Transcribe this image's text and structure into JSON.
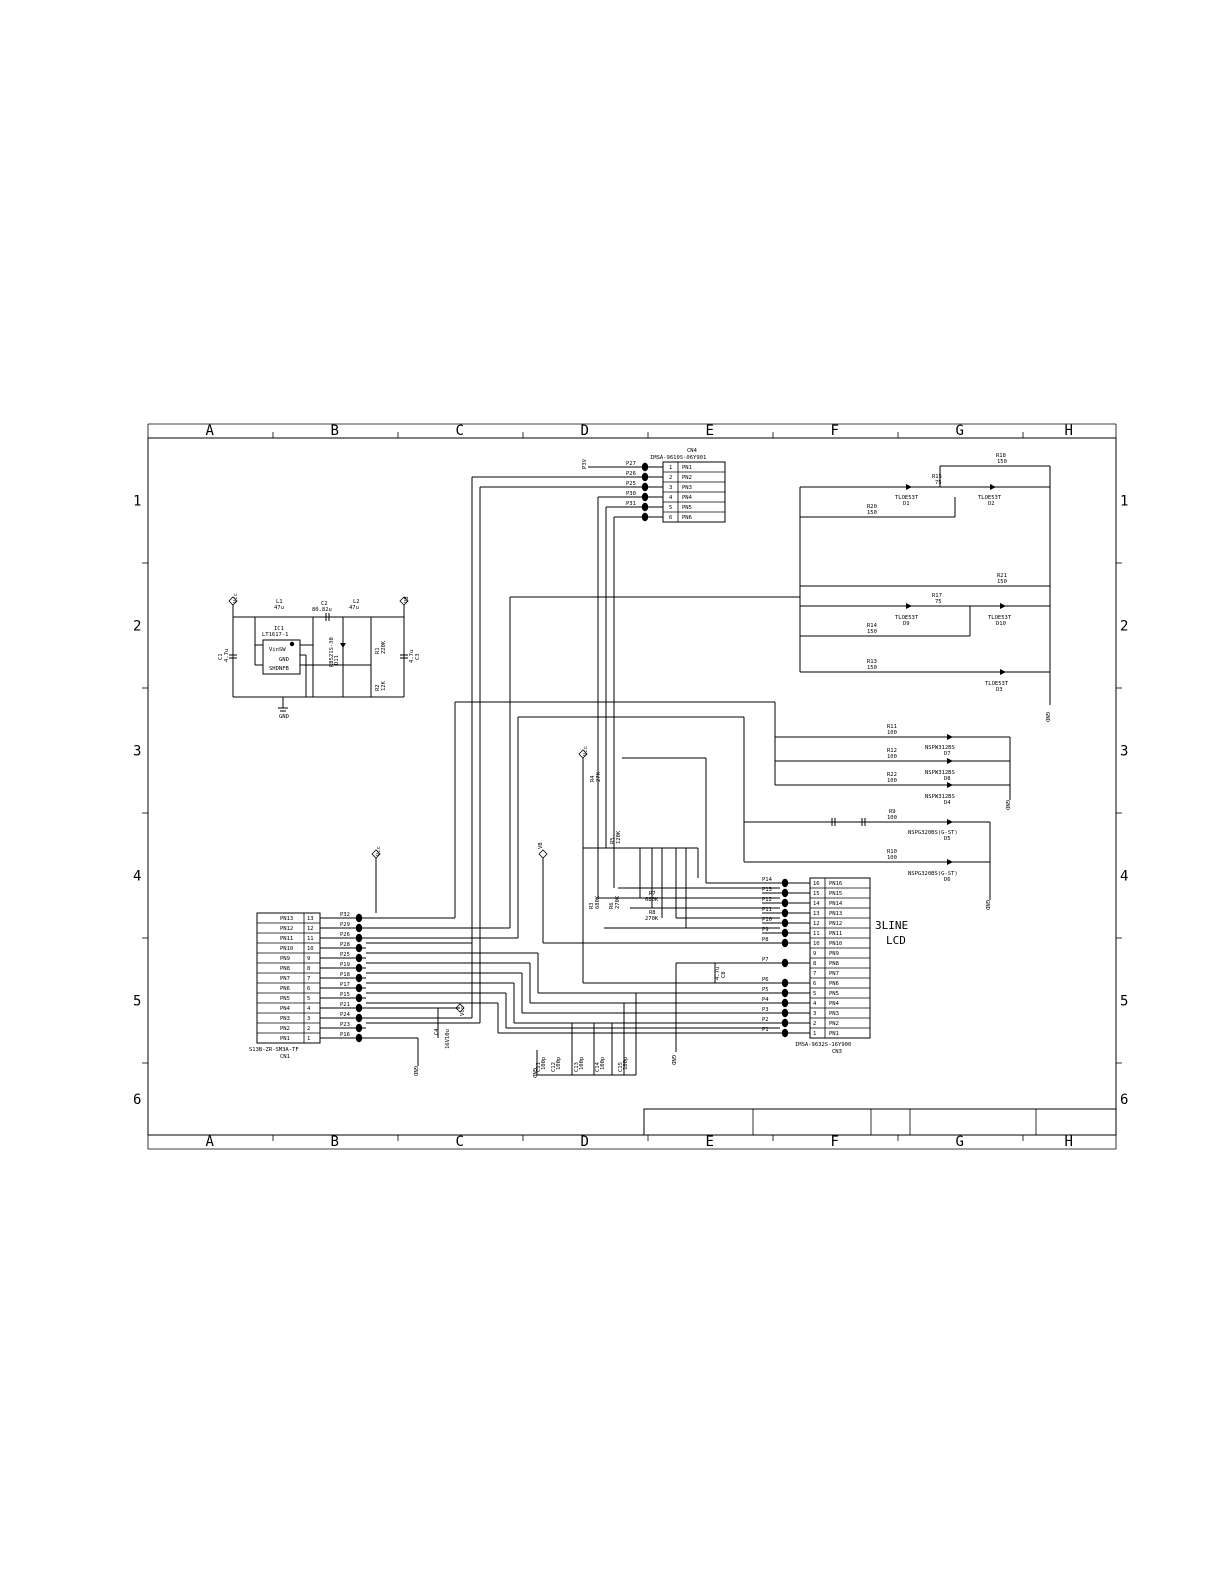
{
  "zone_columns": [
    "A",
    "B",
    "C",
    "D",
    "E",
    "F",
    "G",
    "H"
  ],
  "zone_rows": [
    "1",
    "2",
    "3",
    "4",
    "5",
    "6"
  ],
  "cn1": {
    "pins": [
      {
        "pin": "PN13",
        "num": "13",
        "net": "P32"
      },
      {
        "pin": "PN12",
        "num": "12",
        "net": "P29"
      },
      {
        "pin": "PN11",
        "num": "11",
        "net": "P26"
      },
      {
        "pin": "PN10",
        "num": "10",
        "net": "P28"
      },
      {
        "pin": "PN9",
        "num": "9",
        "net": "P25"
      },
      {
        "pin": "PN8",
        "num": "8",
        "net": "P19"
      },
      {
        "pin": "PN7",
        "num": "7",
        "net": "P18"
      },
      {
        "pin": "PN6",
        "num": "6",
        "net": "P17"
      },
      {
        "pin": "PN5",
        "num": "5",
        "net": "P15"
      },
      {
        "pin": "PN4",
        "num": "4",
        "net": "P21"
      },
      {
        "pin": "PN3",
        "num": "3",
        "net": "P24"
      },
      {
        "pin": "PN2",
        "num": "2",
        "net": "P23"
      },
      {
        "pin": "PN1",
        "num": "1",
        "net": "P16"
      }
    ],
    "part": "S13B-ZR-SM3A-TF",
    "ref": "CN1"
  },
  "cn3": {
    "pins": [
      {
        "pin": "PN16",
        "num": "16",
        "net": "P14"
      },
      {
        "pin": "PN15",
        "num": "15",
        "net": "P13"
      },
      {
        "pin": "PN14",
        "num": "14",
        "net": "P12"
      },
      {
        "pin": "PN13",
        "num": "13",
        "net": "P11"
      },
      {
        "pin": "PN12",
        "num": "12",
        "net": "P10"
      },
      {
        "pin": "PN11",
        "num": "11",
        "net": "P9"
      },
      {
        "pin": "PN10",
        "num": "10",
        "net": "P8"
      },
      {
        "pin": "PN9",
        "num": "9",
        "net": ""
      },
      {
        "pin": "PN8",
        "num": "8",
        "net": "P7"
      },
      {
        "pin": "PN7",
        "num": "7",
        "net": ""
      },
      {
        "pin": "PN6",
        "num": "6",
        "net": "P6"
      },
      {
        "pin": "PN5",
        "num": "5",
        "net": "P5"
      },
      {
        "pin": "PN4",
        "num": "4",
        "net": "P4"
      },
      {
        "pin": "PN3",
        "num": "3",
        "net": "P3"
      },
      {
        "pin": "PN2",
        "num": "2",
        "net": "P2"
      },
      {
        "pin": "PN1",
        "num": "1",
        "net": "P1"
      }
    ],
    "part": "IMSA-9632S-16Y900",
    "ref": "CN3",
    "lcd_label": [
      "3LINE",
      "LCD"
    ]
  },
  "cn4": {
    "ref": "CN4",
    "part": "IMSA-9610S-06Y901",
    "pins": [
      {
        "pin": "PN1",
        "num": "1",
        "net": "P27"
      },
      {
        "pin": "PN2",
        "num": "2",
        "net": "P26"
      },
      {
        "pin": "PN3",
        "num": "3",
        "net": "P25"
      },
      {
        "pin": "PN4",
        "num": "4",
        "net": "P30"
      },
      {
        "pin": "PN5",
        "num": "5",
        "net": "P31"
      },
      {
        "pin": "PN6",
        "num": "6",
        "net": ""
      }
    ]
  },
  "power": {
    "l1": {
      "ref": "L1",
      "value": "47u"
    },
    "l2": {
      "ref": "L2",
      "value": "47u"
    },
    "c2": {
      "ref": "C2",
      "value": "80.82u"
    },
    "ic1": {
      "ref": "IC1",
      "part": "LT1617-1",
      "pins": [
        "VinSW",
        "GND",
        "SHDNFB"
      ]
    },
    "c1": {
      "ref": "C1",
      "value": "4.7u"
    },
    "c3": {
      "ref": "C3",
      "value": "4.7u"
    },
    "d11": {
      "ref": "D11",
      "part": "RB521S-30"
    },
    "r1": {
      "ref": "R1",
      "value": "220K"
    },
    "r2": {
      "ref": "R2",
      "value": "12K"
    }
  },
  "led_rows": [
    {
      "res_ref": "R18",
      "res_val": "150",
      "led_a": "TLOE53T",
      "led_a_ref": "D1",
      "led_b": "TLOE53T",
      "led_b_ref": "D2",
      "mid_ref": "R15",
      "mid_val": "75"
    },
    {
      "res_ref": "R20",
      "res_val": "150"
    },
    {
      "res_ref": "R21",
      "res_val": "150"
    },
    {
      "led_a": "TLOE53T",
      "led_a_ref": "D9",
      "mid_ref": "R17",
      "mid_val": "75",
      "led_b": "TLOE53T",
      "led_b_ref": "D10"
    },
    {
      "res_ref": "R14",
      "res_val": "150"
    },
    {
      "res_ref": "R13",
      "res_val": "150",
      "led_b": "TLOE53T",
      "led_b_ref": "D3"
    }
  ],
  "blue_leds": [
    {
      "res_ref": "R11",
      "res_val": "100",
      "part": "NSPW312BS",
      "ref": "D7"
    },
    {
      "res_ref": "R12",
      "res_val": "100",
      "part": "NSPW312BS",
      "ref": "D8"
    },
    {
      "res_ref": "R22",
      "res_val": "100",
      "part": "NSPW312BS",
      "ref": "D4"
    }
  ],
  "green_leds": [
    {
      "res_ref": "R9",
      "res_val": "100",
      "part": "NSPG320BS(G-ST)",
      "ref": "D5"
    },
    {
      "res_ref": "R10",
      "res_val": "100",
      "part": "NSPG320BS(G-ST)",
      "ref": "D6"
    }
  ],
  "misc": {
    "r4": {
      "ref": "R4",
      "value": "27K"
    },
    "r5": {
      "ref": "R5",
      "value": "120K"
    },
    "r3": {
      "ref": "R3",
      "value": "680K"
    },
    "r6": {
      "ref": "R6",
      "value": "270K"
    },
    "r7": {
      "ref": "R7",
      "value": "680K"
    },
    "r8": {
      "ref": "R8",
      "value": "270K"
    },
    "c8": {
      "ref": "C8",
      "value": "4.7u"
    },
    "c4": {
      "ref": "C4",
      "value": "16V10u"
    },
    "caps_bottom": [
      {
        "ref": "C11",
        "value": "100p"
      },
      {
        "ref": "C12",
        "value": "100p"
      },
      {
        "ref": "C13",
        "value": "100p"
      },
      {
        "ref": "C14",
        "value": "100p"
      },
      {
        "ref": "C15",
        "value": "100p"
      }
    ],
    "vcc": "Vcc",
    "gnd": "GND",
    "vb": "VB",
    "p3v": "P3V"
  },
  "title_block": {
    "cells": [
      "",
      "",
      "",
      "",
      "",
      ""
    ]
  }
}
